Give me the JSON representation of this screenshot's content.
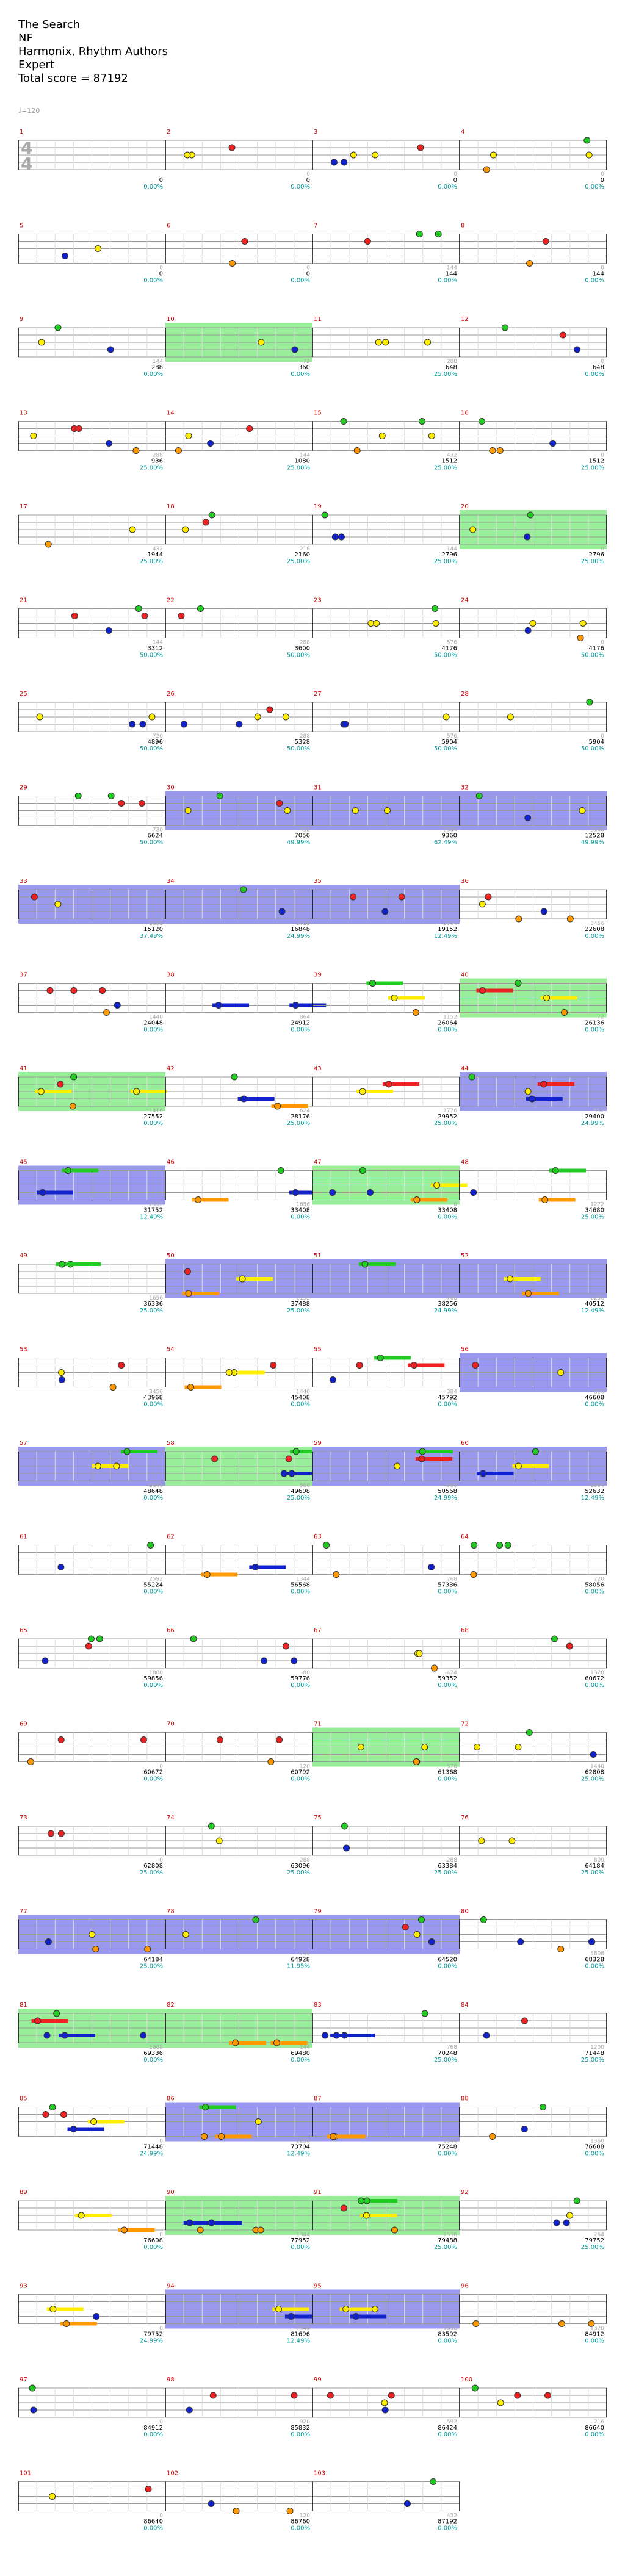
{
  "song": {
    "title": "The Search",
    "artist": "NF",
    "authors": "Harmonix, Rhythm Authors",
    "difficulty": "Expert",
    "total_score": "Total score = 87192"
  },
  "tempo_marker": "♩=120",
  "time_signature": {
    "top": "4",
    "bottom": "4"
  },
  "colors": {
    "green": "#22cc22",
    "red": "#ee2222",
    "yellow": "#ffee00",
    "blue": "#1122cc",
    "orange": "#ff9900",
    "star_power": "#99ee99",
    "overdrive": "#9999ee",
    "measure_num": "#cc0000",
    "score": "#000000",
    "percent": "#009999"
  },
  "measures": [
    {
      "n": "1",
      "score": "0",
      "pct": "0.00%",
      "count": ""
    },
    {
      "n": "2",
      "score": "0",
      "pct": "0.00%",
      "count": "0"
    },
    {
      "n": "3",
      "score": "0",
      "pct": "0.00%",
      "count": "0"
    },
    {
      "n": "4",
      "score": "0",
      "pct": "0.00%",
      "count": "0"
    },
    {
      "n": "5",
      "score": "0",
      "pct": "0.00%",
      "count": "0"
    },
    {
      "n": "6",
      "score": "0",
      "pct": "0.00%",
      "count": "0"
    },
    {
      "n": "7",
      "score": "144",
      "pct": "0.00%",
      "count": "144"
    },
    {
      "n": "8",
      "score": "144",
      "pct": "0.00%",
      "count": "0"
    },
    {
      "n": "9",
      "score": "288",
      "pct": "0.00%",
      "count": "144"
    },
    {
      "n": "10",
      "score": "360",
      "pct": "0.00%",
      "count": "72"
    },
    {
      "n": "11",
      "score": "648",
      "pct": "25.00%",
      "count": "288"
    },
    {
      "n": "12",
      "score": "648",
      "pct": "0.00%",
      "count": "0"
    },
    {
      "n": "13",
      "score": "936",
      "pct": "25.00%",
      "count": "288"
    },
    {
      "n": "14",
      "score": "1080",
      "pct": "25.00%",
      "count": "144"
    },
    {
      "n": "15",
      "score": "1512",
      "pct": "25.00%",
      "count": "432"
    },
    {
      "n": "16",
      "score": "1512",
      "pct": "25.00%",
      "count": "0"
    },
    {
      "n": "17",
      "score": "1944",
      "pct": "25.00%",
      "count": "432"
    },
    {
      "n": "18",
      "score": "2160",
      "pct": "25.00%",
      "count": "216"
    },
    {
      "n": "19",
      "score": "2796",
      "pct": "25.00%",
      "count": "144"
    },
    {
      "n": "20",
      "score": "2796",
      "pct": "25.00%",
      "count": "0"
    },
    {
      "n": "21",
      "score": "3312",
      "pct": "50.00%",
      "count": "144"
    },
    {
      "n": "22",
      "score": "3600",
      "pct": "50.00%",
      "count": "288"
    },
    {
      "n": "23",
      "score": "4176",
      "pct": "50.00%",
      "count": "576"
    },
    {
      "n": "24",
      "score": "4176",
      "pct": "50.00%",
      "count": "0"
    },
    {
      "n": "25",
      "score": "4896",
      "pct": "50.00%",
      "count": "720"
    },
    {
      "n": "26",
      "score": "5328",
      "pct": "50.00%",
      "count": "288"
    },
    {
      "n": "27",
      "score": "5904",
      "pct": "50.00%",
      "count": "576"
    },
    {
      "n": "28",
      "score": "5904",
      "pct": "50.00%",
      "count": "0"
    },
    {
      "n": "29",
      "score": "6624",
      "pct": "50.00%",
      "count": "720"
    },
    {
      "n": "30",
      "score": "7056",
      "pct": "49.99%",
      "count": "432"
    },
    {
      "n": "31",
      "score": "9360",
      "pct": "62.49%",
      "count": "2304"
    },
    {
      "n": "32",
      "score": "12528",
      "pct": "49.99%",
      "count": "3168"
    },
    {
      "n": "33",
      "score": "15120",
      "pct": "37.49%",
      "count": "2592"
    },
    {
      "n": "34",
      "score": "16848",
      "pct": "24.99%",
      "count": "1728"
    },
    {
      "n": "35",
      "score": "19152",
      "pct": "12.49%",
      "count": "2304"
    },
    {
      "n": "36",
      "score": "22608",
      "pct": "0.00%",
      "count": "3456"
    },
    {
      "n": "37",
      "score": "24048",
      "pct": "0.00%",
      "count": "1440"
    },
    {
      "n": "38",
      "score": "24912",
      "pct": "0.00%",
      "count": "864"
    },
    {
      "n": "39",
      "score": "26064",
      "pct": "0.00%",
      "count": "1152"
    },
    {
      "n": "40",
      "score": "26136",
      "pct": "0.00%",
      "count": "72"
    },
    {
      "n": "41",
      "score": "27552",
      "pct": "0.00%",
      "count": "1416"
    },
    {
      "n": "42",
      "score": "28176",
      "pct": "25.00%",
      "count": "624"
    },
    {
      "n": "43",
      "score": "29952",
      "pct": "25.00%",
      "count": "1776"
    },
    {
      "n": "44",
      "score": "29400",
      "pct": "24.99%",
      "count": "-552"
    },
    {
      "n": "45",
      "score": "31752",
      "pct": "12.49%",
      "count": "2352"
    },
    {
      "n": "46",
      "score": "33408",
      "pct": "0.00%",
      "count": "1656"
    },
    {
      "n": "47",
      "score": "33408",
      "pct": "0.00%",
      "count": "0"
    },
    {
      "n": "48",
      "score": "34680",
      "pct": "25.00%",
      "count": "1272"
    },
    {
      "n": "49",
      "score": "36336",
      "pct": "25.00%",
      "count": "1656"
    },
    {
      "n": "50",
      "score": "37488",
      "pct": "25.00%",
      "count": "1152"
    },
    {
      "n": "51",
      "score": "38256",
      "pct": "24.99%",
      "count": "768"
    },
    {
      "n": "52",
      "score": "40512",
      "pct": "12.49%",
      "count": "2256"
    },
    {
      "n": "53",
      "score": "43968",
      "pct": "0.00%",
      "count": "3456"
    },
    {
      "n": "54",
      "score": "45408",
      "pct": "0.00%",
      "count": "1440"
    },
    {
      "n": "55",
      "score": "45792",
      "pct": "0.00%",
      "count": "384"
    },
    {
      "n": "56",
      "score": "46608",
      "pct": "0.00%",
      "count": "816"
    },
    {
      "n": "57",
      "score": "48648",
      "pct": "0.00%",
      "count": "2040"
    },
    {
      "n": "58",
      "score": "49608",
      "pct": "25.00%",
      "count": "960"
    },
    {
      "n": "59",
      "score": "50568",
      "pct": "24.99%",
      "count": "960"
    },
    {
      "n": "60",
      "score": "52632",
      "pct": "12.49%",
      "count": "2064"
    },
    {
      "n": "61",
      "score": "55224",
      "pct": "0.00%",
      "count": "2592"
    },
    {
      "n": "62",
      "score": "56568",
      "pct": "0.00%",
      "count": "1344"
    },
    {
      "n": "63",
      "score": "57336",
      "pct": "0.00%",
      "count": "768"
    },
    {
      "n": "64",
      "score": "58056",
      "pct": "0.00%",
      "count": "720"
    },
    {
      "n": "65",
      "score": "59856",
      "pct": "0.00%",
      "count": "1800"
    },
    {
      "n": "66",
      "score": "59776",
      "pct": "0.00%",
      "count": "-80"
    },
    {
      "n": "67",
      "score": "59352",
      "pct": "0.00%",
      "count": "-424"
    },
    {
      "n": "68",
      "score": "60672",
      "pct": "0.00%",
      "count": "1320"
    },
    {
      "n": "69",
      "score": "60672",
      "pct": "0.00%",
      "count": "0"
    },
    {
      "n": "70",
      "score": "60792",
      "pct": "0.00%",
      "count": "120"
    },
    {
      "n": "71",
      "score": "61368",
      "pct": "0.00%",
      "count": "576"
    },
    {
      "n": "72",
      "score": "62808",
      "pct": "25.00%",
      "count": "1440"
    },
    {
      "n": "73",
      "score": "62808",
      "pct": "25.00%",
      "count": "0"
    },
    {
      "n": "74",
      "score": "63096",
      "pct": "25.00%",
      "count": "288"
    },
    {
      "n": "75",
      "score": "63384",
      "pct": "25.00%",
      "count": "288"
    },
    {
      "n": "76",
      "score": "64184",
      "pct": "25.00%",
      "count": "800"
    },
    {
      "n": "77",
      "score": "64184",
      "pct": "25.00%",
      "count": "0"
    },
    {
      "n": "78",
      "score": "64928",
      "pct": "11.95%",
      "count": "744"
    },
    {
      "n": "79",
      "score": "64520",
      "pct": "0.00%",
      "count": "-408"
    },
    {
      "n": "80",
      "score": "68328",
      "pct": "0.00%",
      "count": "3808"
    },
    {
      "n": "81",
      "score": "69336",
      "pct": "0.00%",
      "count": "1008"
    },
    {
      "n": "82",
      "score": "69480",
      "pct": "0.00%",
      "count": "144"
    },
    {
      "n": "83",
      "score": "70248",
      "pct": "25.00%",
      "count": "768"
    },
    {
      "n": "84",
      "score": "71448",
      "pct": "25.00%",
      "count": "1200"
    },
    {
      "n": "85",
      "score": "71448",
      "pct": "24.99%",
      "count": "0"
    },
    {
      "n": "86",
      "score": "73704",
      "pct": "12.49%",
      "count": "2256"
    },
    {
      "n": "87",
      "score": "75248",
      "pct": "0.00%",
      "count": "1544"
    },
    {
      "n": "88",
      "score": "76608",
      "pct": "0.00%",
      "count": "1360"
    },
    {
      "n": "89",
      "score": "76608",
      "pct": "0.00%",
      "count": "0"
    },
    {
      "n": "90",
      "score": "77952",
      "pct": "0.00%",
      "count": "1344"
    },
    {
      "n": "91",
      "score": "79488",
      "pct": "25.00%",
      "count": "1536"
    },
    {
      "n": "92",
      "score": "79752",
      "pct": "25.00%",
      "count": "264"
    },
    {
      "n": "93",
      "score": "79752",
      "pct": "24.99%",
      "count": "0"
    },
    {
      "n": "94",
      "score": "81696",
      "pct": "12.49%",
      "count": "1944"
    },
    {
      "n": "95",
      "score": "83592",
      "pct": "0.00%",
      "count": "1896"
    },
    {
      "n": "96",
      "score": "84912",
      "pct": "0.00%",
      "count": "1320"
    },
    {
      "n": "97",
      "score": "84912",
      "pct": "0.00%",
      "count": "0"
    },
    {
      "n": "98",
      "score": "85832",
      "pct": "0.00%",
      "count": "920"
    },
    {
      "n": "99",
      "score": "86424",
      "pct": "0.00%",
      "count": "592"
    },
    {
      "n": "100",
      "score": "86640",
      "pct": "0.00%",
      "count": "216"
    },
    {
      "n": "101",
      "score": "86640",
      "pct": "0.00%",
      "count": "0"
    },
    {
      "n": "102",
      "score": "86760",
      "pct": "0.00%",
      "count": "120"
    },
    {
      "n": "103",
      "score": "87192",
      "pct": "0.00%",
      "count": "432"
    }
  ]
}
